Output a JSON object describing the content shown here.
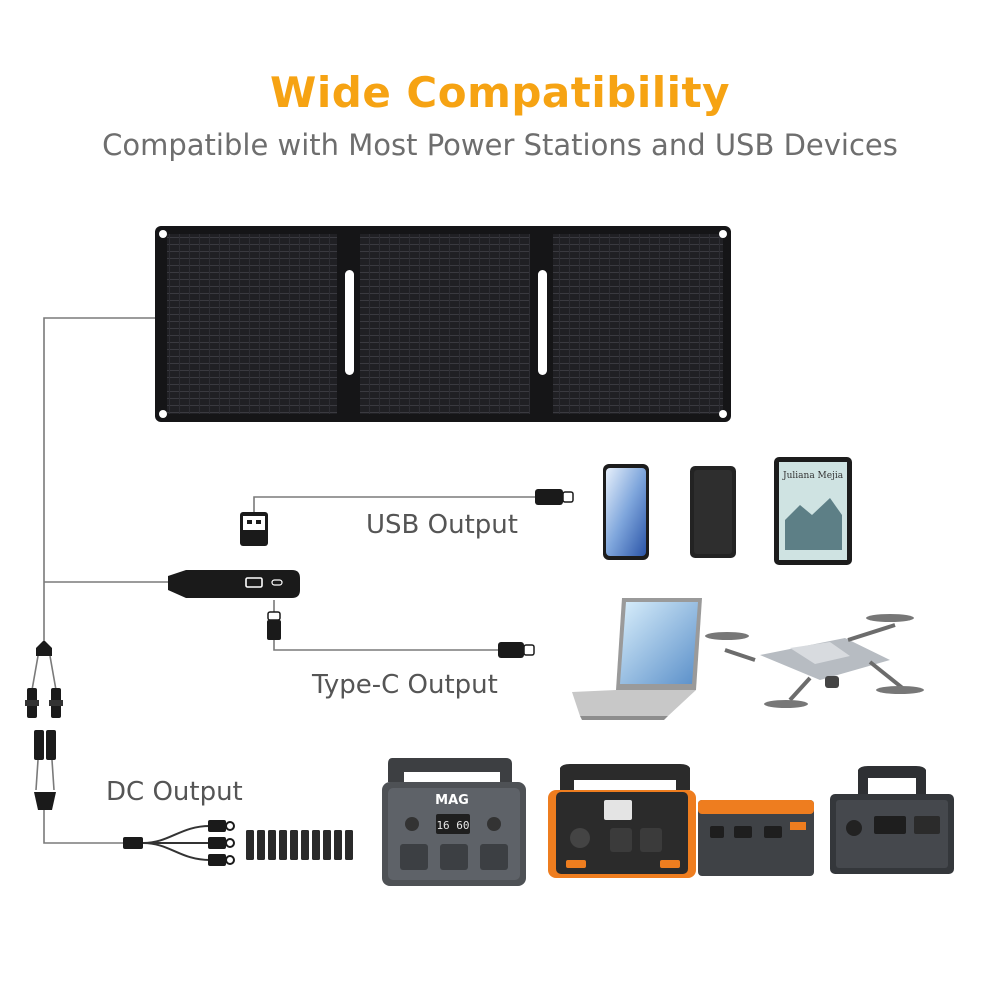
{
  "header": {
    "title": "Wide Compatibility",
    "subtitle": "Compatible with Most Power Stations and USB Devices"
  },
  "outputs": {
    "usb_label": "USB Output",
    "typec_label": "Type-C Output",
    "dc_label": "DC Output"
  },
  "devices": {
    "tablet_text": "Juliana Mejia",
    "station_brand": "MAG",
    "station_display": "16 60"
  },
  "colors": {
    "accent": "#F6A313",
    "subtitle": "#6E6E6E",
    "panel": "#1B1B1D"
  }
}
